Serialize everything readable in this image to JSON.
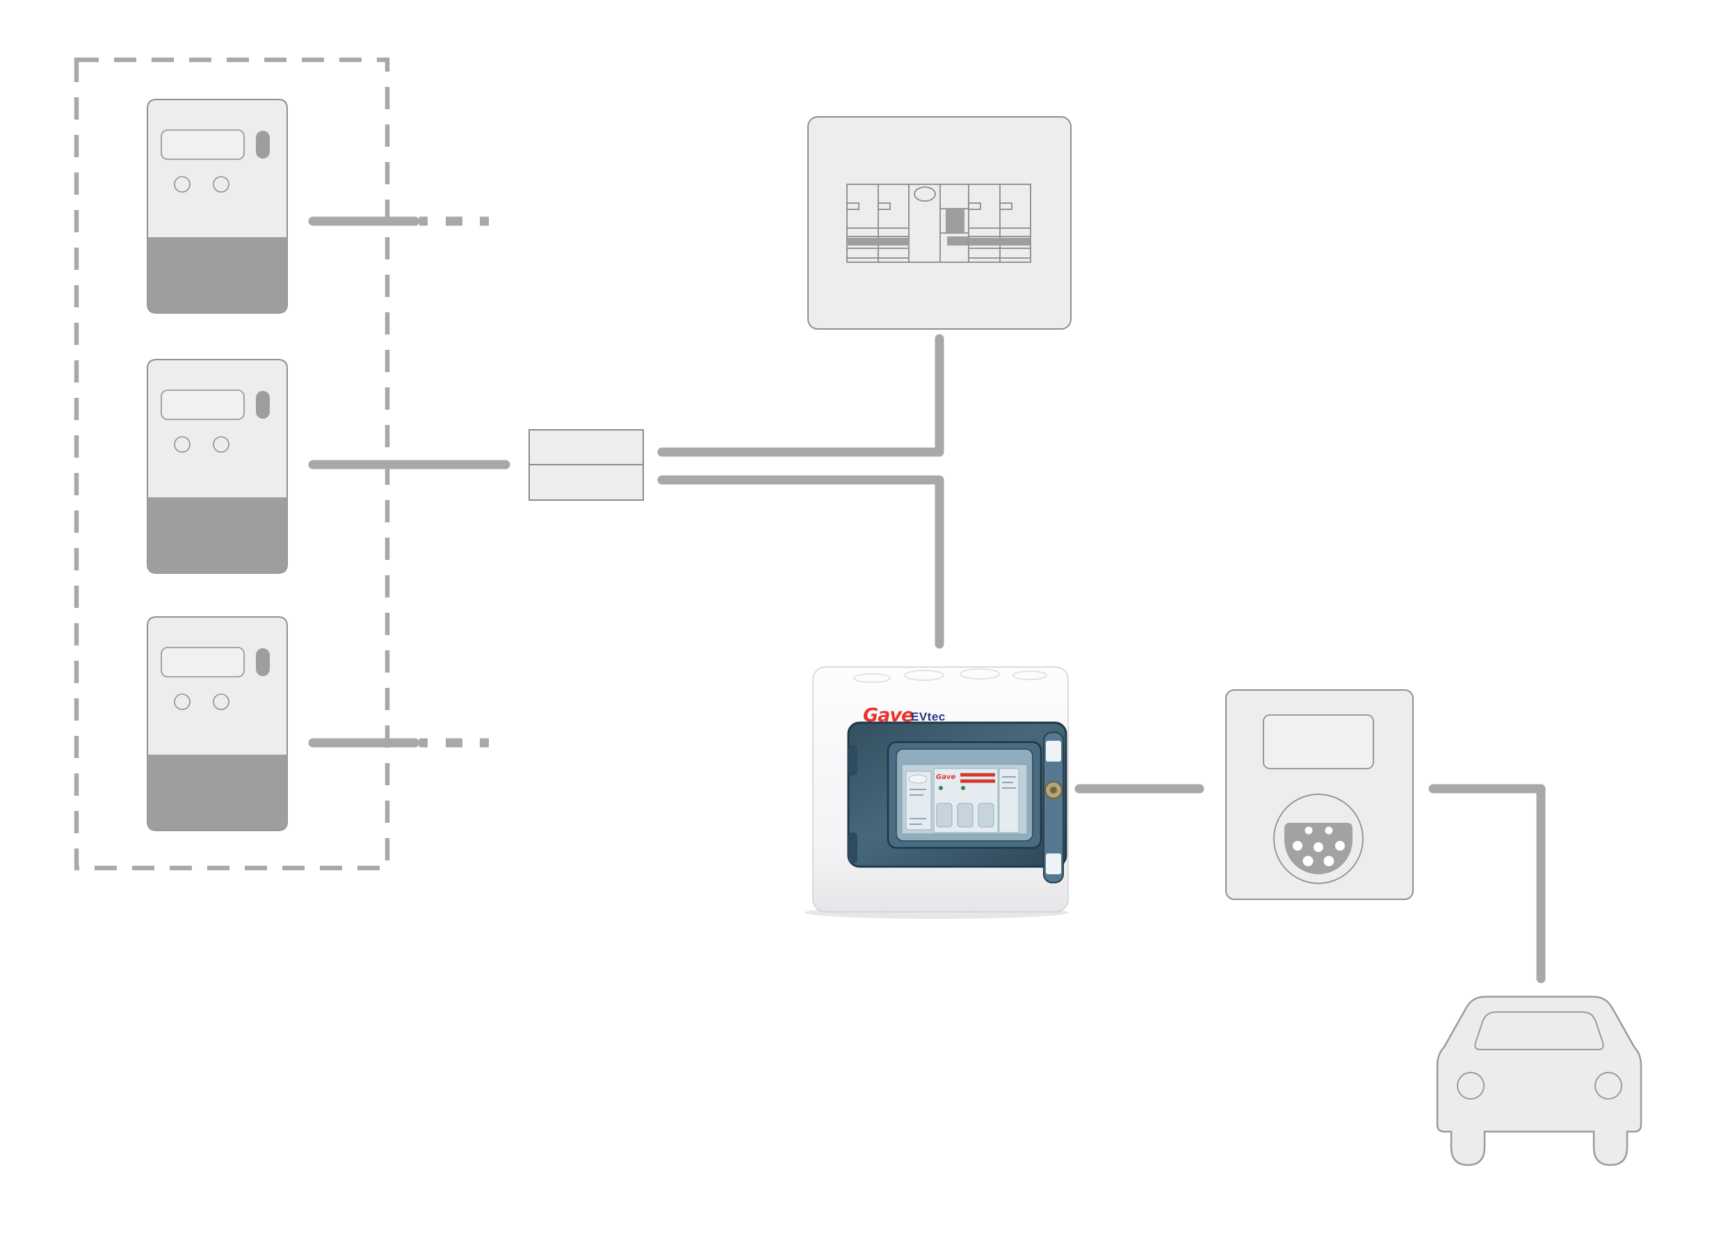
{
  "branding": {
    "logo": "Gave",
    "product": "EVtec",
    "breaker_label": "Gave"
  },
  "colors": {
    "background": "#ffffff",
    "connector": "#a8a8a8",
    "dashed_border": "#a8a8a8",
    "component_fill": "#ededed",
    "component_dark": "#9e9e9e",
    "component_outline": "#8f8f8f",
    "logo_red": "#e8342c",
    "logo_navy": "#2b2f80",
    "cover_blue": "#3c5a6f"
  },
  "components": {
    "meter_group": {
      "name": "electricity-meter-bank",
      "count": 3
    },
    "breaker_panel": {
      "name": "distribution-breaker-panel"
    },
    "junction": {
      "name": "junction-terminal-block"
    },
    "enclosure": {
      "name": "evtec-protection-enclosure"
    },
    "wallbox": {
      "name": "ev-charging-wallbox"
    },
    "vehicle": {
      "name": "electric-car"
    }
  }
}
